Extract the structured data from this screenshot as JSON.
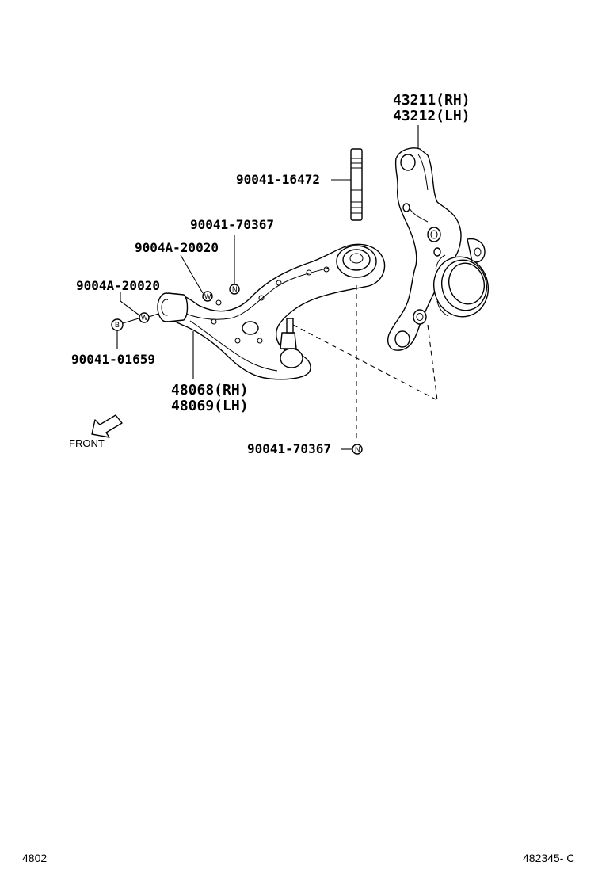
{
  "diagram": {
    "parts": {
      "knuckle": {
        "pn_rh": "43211(RH)",
        "pn_lh": "43212(LH)"
      },
      "stud_bolt": {
        "pn": "90041-16472"
      },
      "nut_upper": {
        "pn": "90041-70367",
        "symbol": "N"
      },
      "washer_upper": {
        "pn": "9004A-20020",
        "symbol": "W"
      },
      "washer_lower": {
        "pn": "9004A-20020",
        "symbol": "W"
      },
      "bolt": {
        "pn": "90041-01659",
        "symbol": "B"
      },
      "lower_arm": {
        "pn_rh": "48068(RH)",
        "pn_lh": "48069(LH)"
      },
      "nut_lower": {
        "pn": "90041-70367",
        "symbol": "N"
      }
    },
    "front_label": "FRONT"
  },
  "footer": {
    "left": "4802",
    "right": "482345- C"
  }
}
